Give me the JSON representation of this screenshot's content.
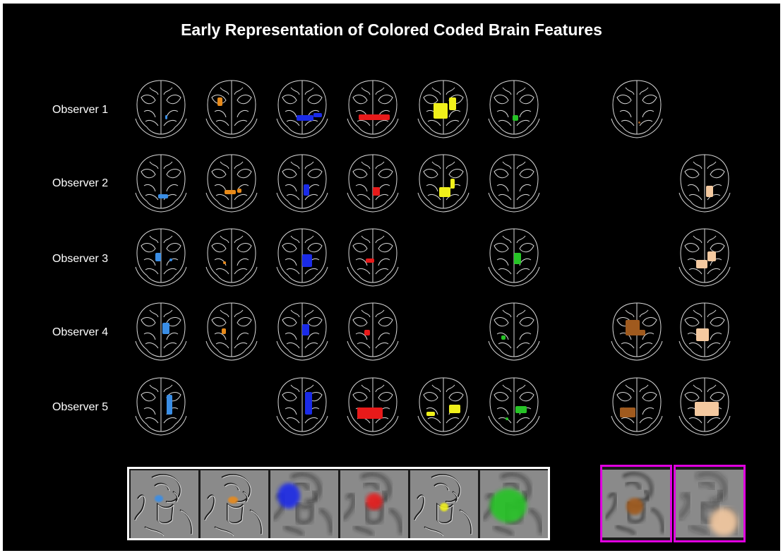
{
  "title": "Early Representation of Colored Coded Brain Features",
  "observers": [
    "Observer 1",
    "Observer 2",
    "Observer 3",
    "Observer 4",
    "Observer 5"
  ],
  "feature_colors": [
    "#3a8ee6",
    "#e88a1a",
    "#1a2be8",
    "#e81a1a",
    "#f0f01a",
    "#26c426",
    "#a05a1e",
    "#f4c9a0"
  ],
  "grid": [
    [
      1,
      1,
      1,
      1,
      1,
      1,
      1,
      0
    ],
    [
      1,
      1,
      1,
      1,
      1,
      1,
      0,
      1
    ],
    [
      1,
      1,
      1,
      1,
      0,
      1,
      0,
      1
    ],
    [
      1,
      1,
      1,
      1,
      0,
      1,
      1,
      1
    ],
    [
      1,
      0,
      1,
      1,
      1,
      1,
      1,
      1
    ]
  ],
  "colors": {
    "background": "#000000",
    "outline": "#d9d9d9",
    "strip_frame": "#ffffff",
    "highlight_frame": "#e000e0"
  }
}
